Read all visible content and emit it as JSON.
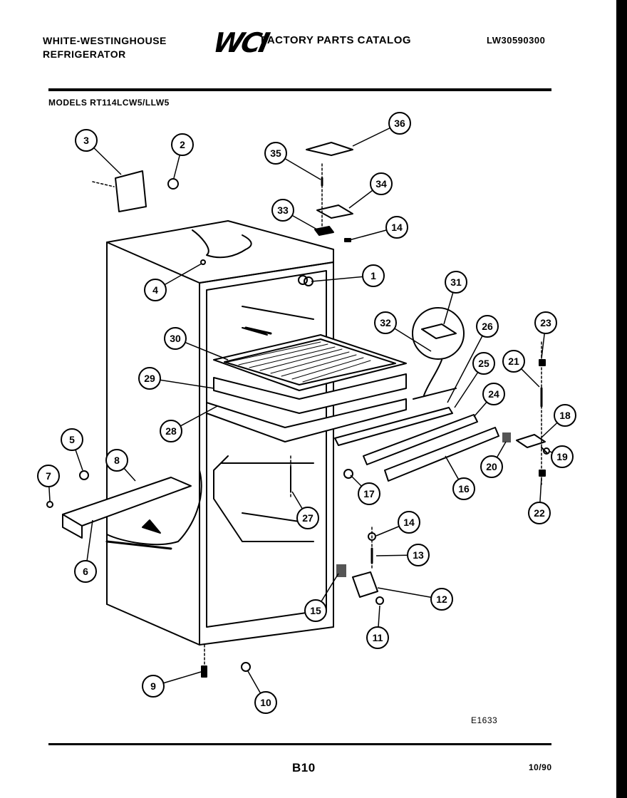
{
  "header": {
    "brand_line1": "WHITE-WESTINGHOUSE",
    "brand_line2": "REFRIGERATOR",
    "logo_text": "WCI",
    "catalog_title": "FACTORY PARTS CATALOG",
    "document_number": "LW30590300",
    "models_line": "MODELS RT114LCW5/LLW5"
  },
  "figure": {
    "code": "E1633"
  },
  "footer": {
    "page": "B10",
    "date": "10/90"
  },
  "callouts": [
    "1",
    "2",
    "3",
    "4",
    "5",
    "6",
    "7",
    "8",
    "9",
    "10",
    "11",
    "12",
    "13",
    "14",
    "14",
    "15",
    "16",
    "17",
    "18",
    "19",
    "20",
    "21",
    "22",
    "23",
    "24",
    "25",
    "26",
    "27",
    "28",
    "29",
    "30",
    "31",
    "32",
    "33",
    "34",
    "35",
    "36"
  ]
}
